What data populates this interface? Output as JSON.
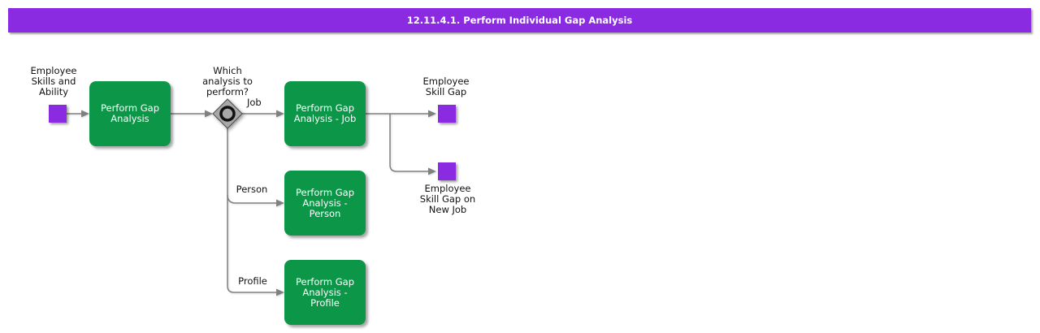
{
  "header": {
    "title": "12.11.4.1. Perform Individual Gap Analysis"
  },
  "colors": {
    "header_bg": "#8a2be2",
    "task_bg": "#0c9648",
    "event_bg": "#8a2be2",
    "decision_fill": "#a8a8a8",
    "connector": "#808080",
    "task_text": "#ffffff",
    "label_text": "#111111"
  },
  "diagram": {
    "start_event": {
      "label": "Employee\nSkills and\nAbility"
    },
    "tasks": [
      {
        "label": "Perform Gap\nAnalysis"
      },
      {
        "label": "Perform Gap\nAnalysis - Job"
      },
      {
        "label": "Perform Gap\nAnalysis -\nPerson"
      },
      {
        "label": "Perform Gap\nAnalysis -\nProfile"
      }
    ],
    "decision": {
      "question": "Which\nanalysis to\nperform?",
      "branches": [
        "Job",
        "Person",
        "Profile"
      ]
    },
    "end_events": [
      {
        "label": "Employee\nSkill Gap"
      },
      {
        "label": "Employee\nSkill Gap on\nNew Job"
      }
    ]
  }
}
